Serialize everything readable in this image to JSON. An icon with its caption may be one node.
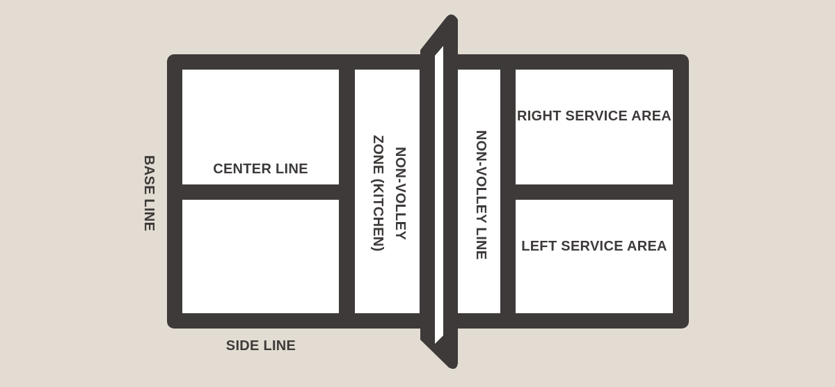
{
  "diagram": {
    "labels": [
      "BASE LINE",
      "CENTER LINE",
      "NON-VOLLEY ZONE (KITCHEN)",
      "NON-VOLLEY LINE",
      "RIGHT SERVICE AREA",
      "LEFT SERVICE AREA",
      "SIDE LINE"
    ]
  }
}
